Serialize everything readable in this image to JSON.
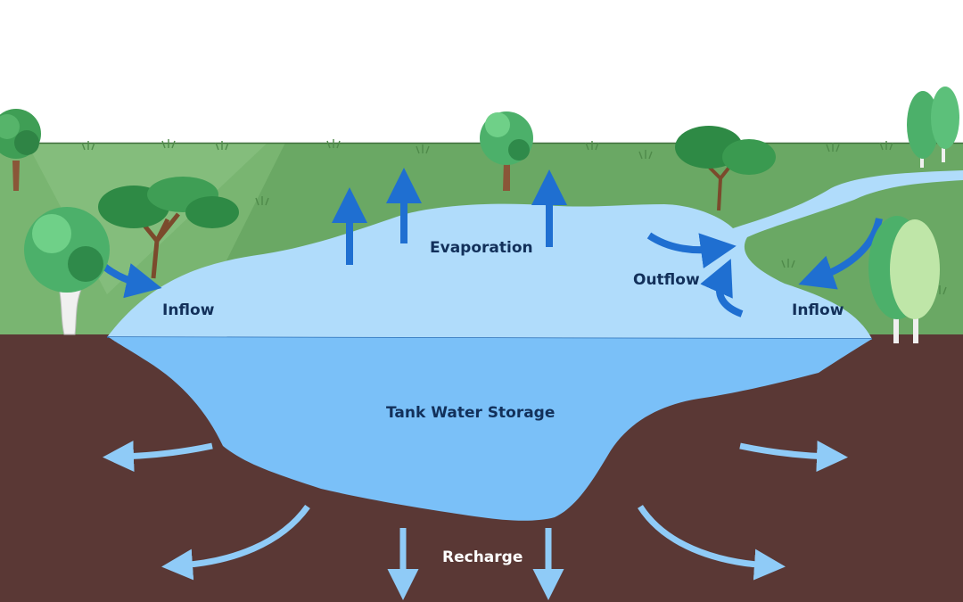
{
  "labels": {
    "inflow_left": "Inflow",
    "evaporation": "Evaporation",
    "outflow": "Outflow",
    "inflow_right": "Inflow",
    "storage": "Tank Water Storage",
    "recharge": "Recharge"
  },
  "colors": {
    "sky": "#ffffff",
    "grass": "#6aa864",
    "grass_light": "#8cc383",
    "soil": "#5a3835",
    "surface_water": "#b0dcfb",
    "stored_water": "#7ac0f8",
    "surface_arrow": "#1f6fd1",
    "recharge_arrow": "#8fcbf7",
    "label_dark": "#12305a",
    "label_light": "#ffffff"
  },
  "icons": [
    "deciduous-tree-icon",
    "acacia-tree-icon",
    "poplar-tree-icon"
  ]
}
